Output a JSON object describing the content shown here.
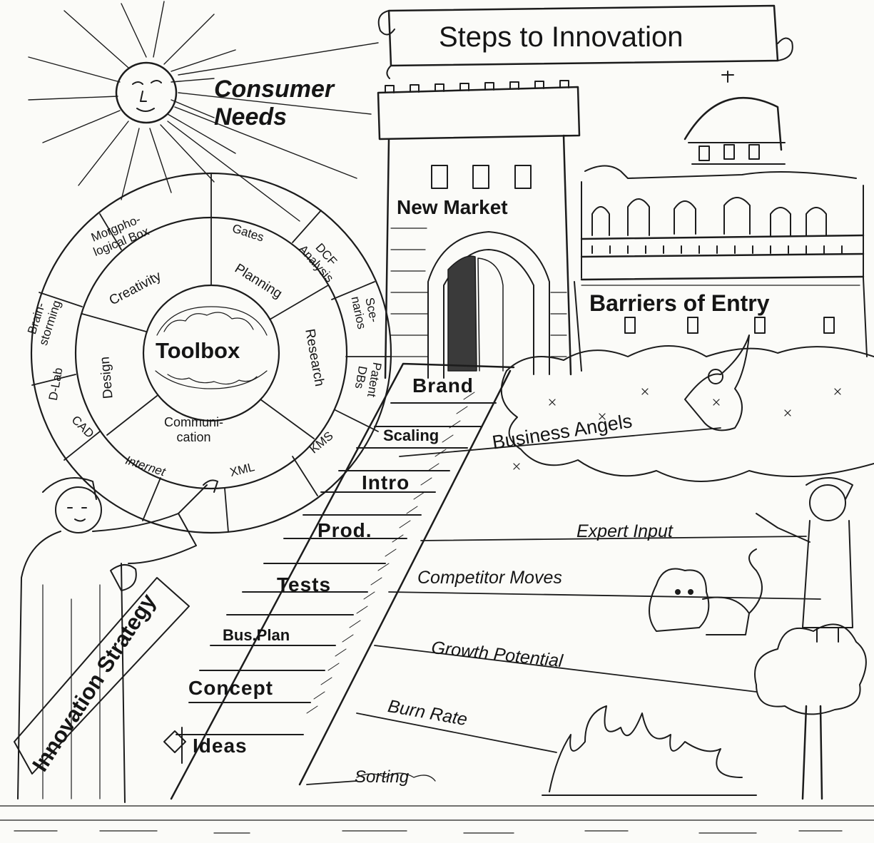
{
  "title": "Steps to Innovation",
  "sun_label": "Consumer\nNeeds",
  "tower_label": "New Market",
  "castle_label": "Barriers of Entry",
  "strategy_label": "Innovation Strategy",
  "toolbox": {
    "center": "Toolbox",
    "inner": [
      "Creativity",
      "Planning",
      "Research",
      "Communi-\ncation",
      "Design"
    ],
    "outer": [
      "Morgpho-\nlogical Box",
      "Gates",
      "DCF\nAnalysis",
      "Sce-\nnarios",
      "Patent\nDBs",
      "KMS",
      "XML",
      "Internet",
      "CAD",
      "D-Lab",
      "Brain-\nstorming"
    ]
  },
  "steps": [
    "Ideas",
    "Concept",
    "Bus.Plan",
    "Tests",
    "Prod.",
    "Intro",
    "Scaling",
    "Brand"
  ],
  "factors": [
    "Business Angels",
    "Expert Input",
    "Competitor Moves",
    "Growth Potential",
    "Burn Rate",
    "Sorting"
  ]
}
